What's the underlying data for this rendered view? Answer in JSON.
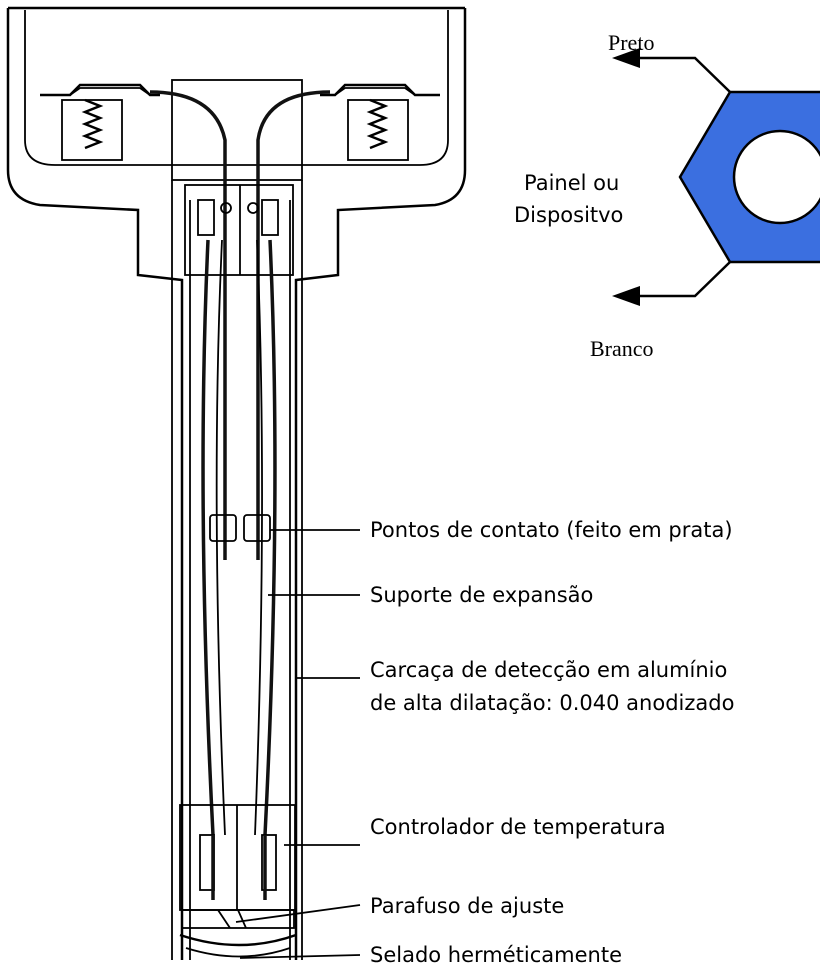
{
  "hex_legend": {
    "top_label": "Preto",
    "side_label_line1": "Painel ou",
    "side_label_line2": "Dispositvo",
    "bottom_label": "Branco",
    "hex_color": "#3B6FE0"
  },
  "callouts": {
    "contact_points": "Pontos de contato (feito em prata)",
    "expansion_support": "Suporte de expansão",
    "housing_line1": "Carcaça de detecção em alumínio",
    "housing_line2": "de alta dilatação: 0.040 anodizado",
    "temperature_controller": "Controlador de temperatura",
    "adjust_screw": "Parafuso de ajuste",
    "hermetic_seal": "Selado herméticamente"
  }
}
